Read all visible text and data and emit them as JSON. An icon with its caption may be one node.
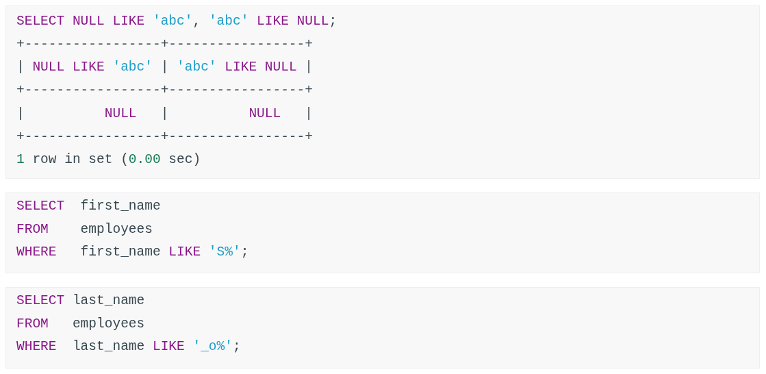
{
  "diagram": {
    "labels": [
      "SELECT NULL LIKE 'abc', 'abc' LIKE NULL;",
      "+-----------------+-----------------+",
      "| NULL LIKE 'abc' | 'abc' LIKE NULL |",
      "+-----------------+-----------------+",
      "|          NULL   |          NULL   |",
      "+-----------------+-----------------+",
      "1 row in set (0.00 sec)",
      "SELECT  first_name",
      "FROM    employees",
      "WHERE   first_name LIKE 'S%';",
      "SELECT last_name",
      "FROM   employees",
      "WHERE  last_name LIKE '_o%';"
    ]
  }
}
